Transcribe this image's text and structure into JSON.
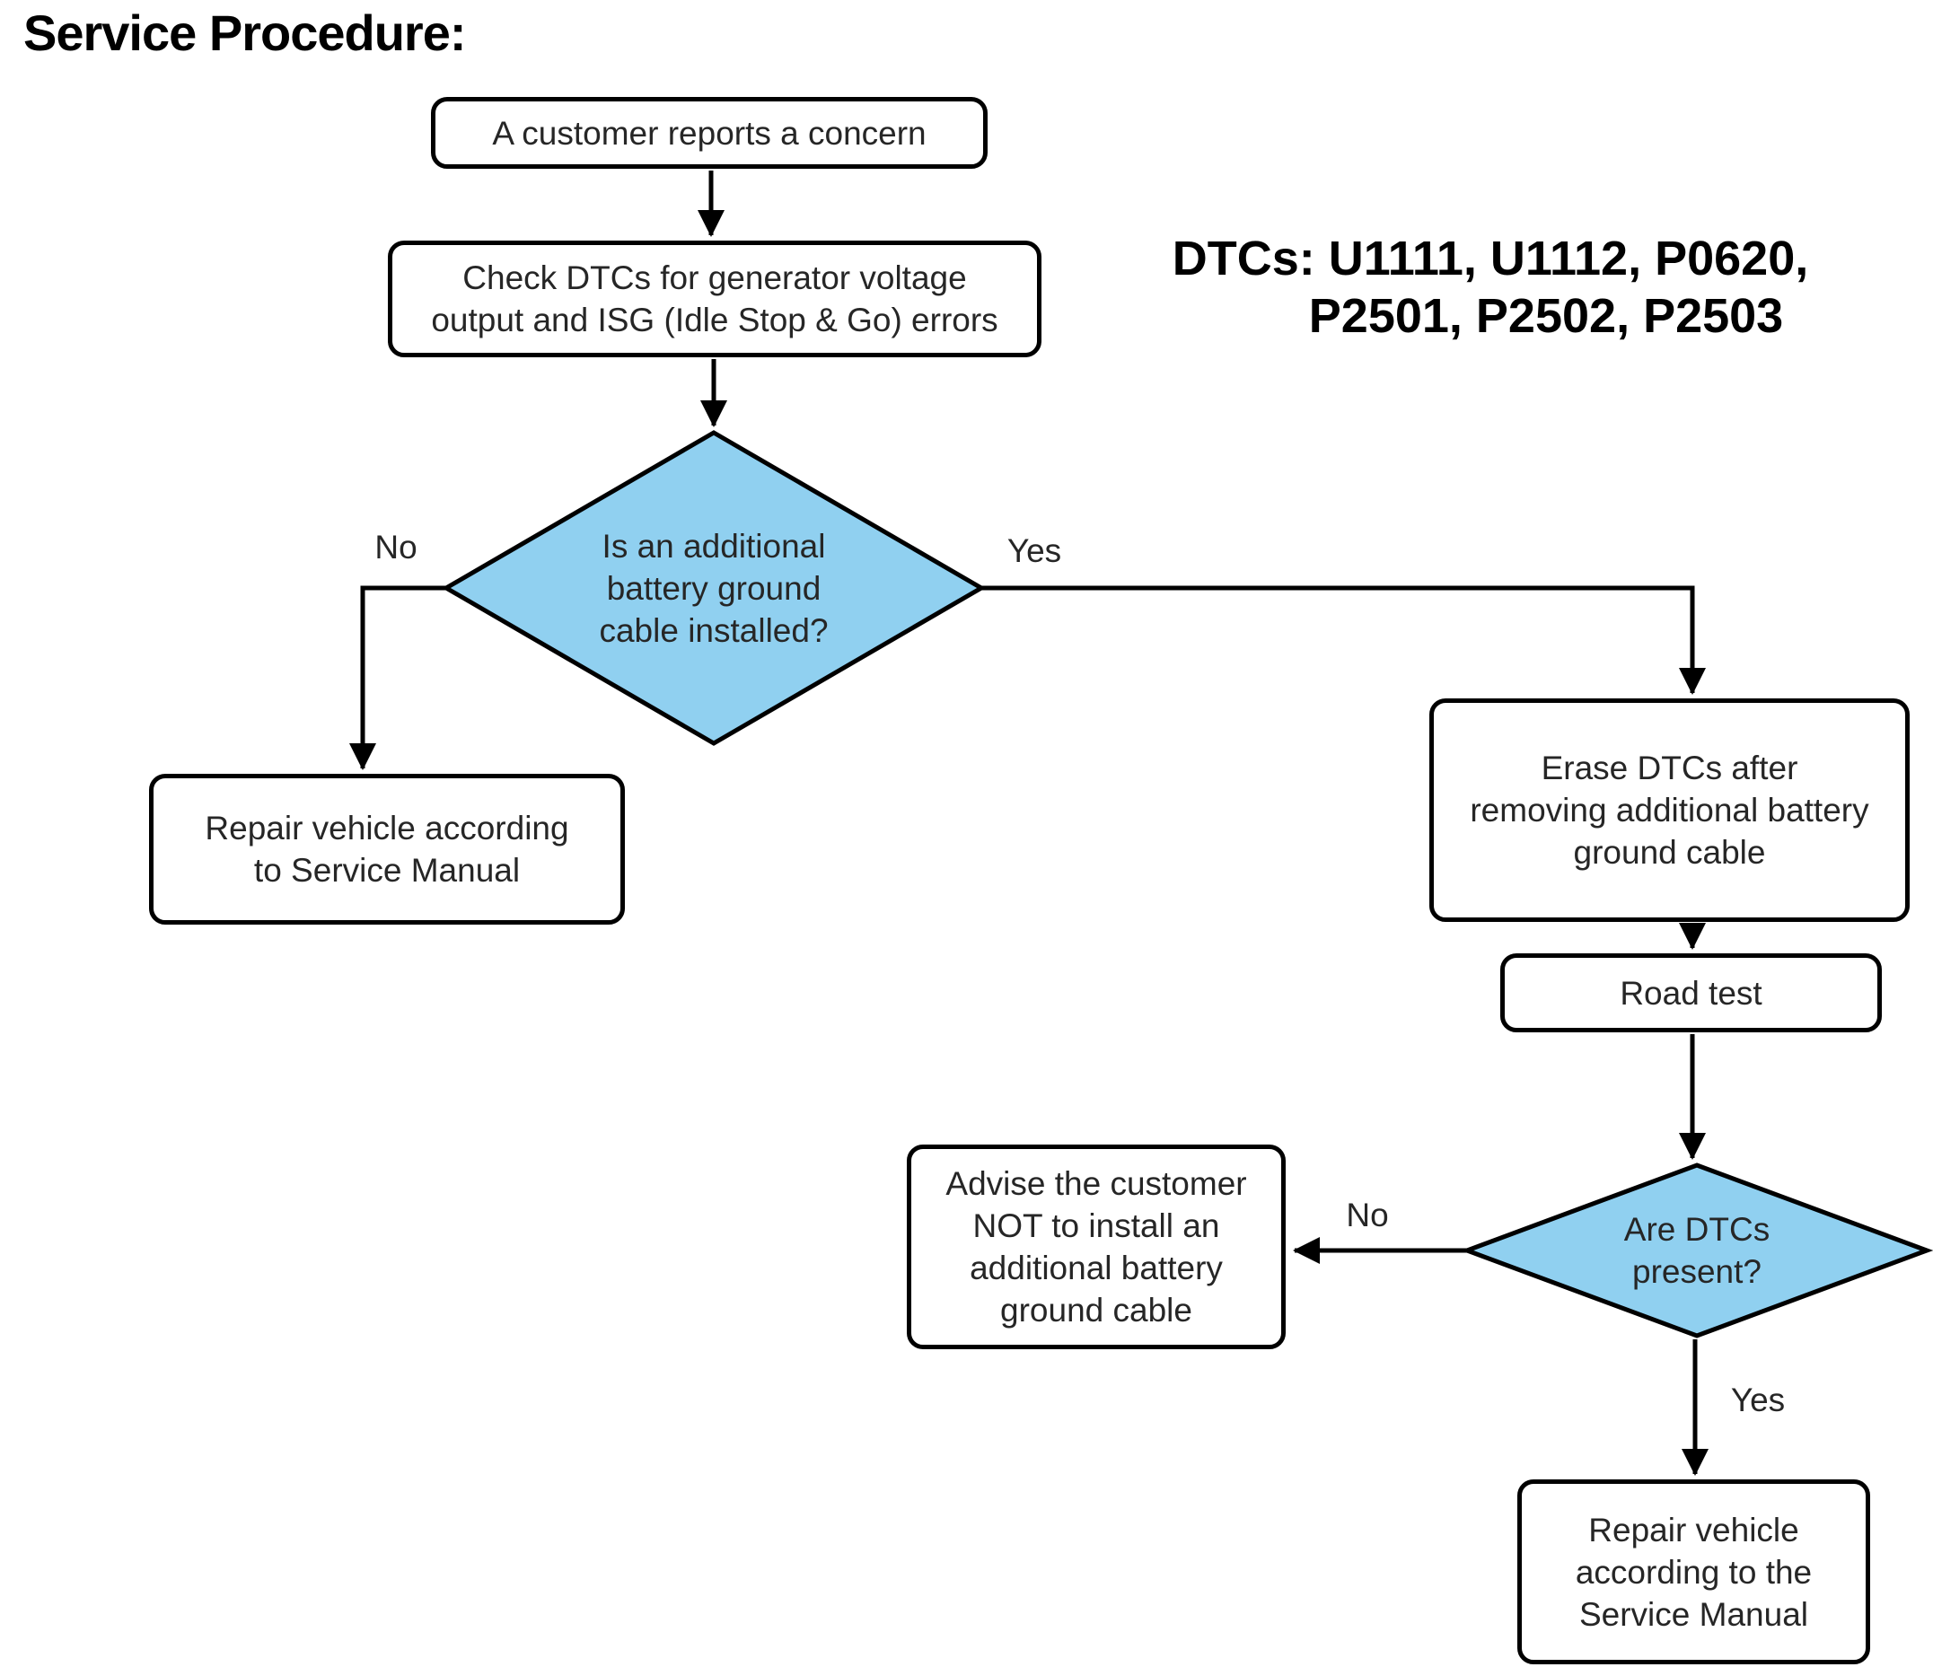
{
  "title": "Service Procedure:",
  "dtc_note": {
    "lines": [
      "DTCs: U1111, U1112, P0620,",
      "P2501, P2502, P2503"
    ]
  },
  "nodes": {
    "customer_concern": {
      "text": "A customer reports a concern"
    },
    "check_dtcs": {
      "lines": [
        "Check DTCs for generator voltage",
        "output and ISG (Idle Stop & Go) errors"
      ]
    },
    "cable_installed_decision": {
      "lines": [
        "Is an additional",
        "battery ground",
        "cable installed?"
      ]
    },
    "repair_service_manual": {
      "lines": [
        "Repair vehicle according",
        "to Service Manual"
      ]
    },
    "erase_dtcs": {
      "lines": [
        "Erase DTCs after",
        "removing additional battery",
        "ground cable"
      ]
    },
    "road_test": {
      "text": "Road test"
    },
    "dtcs_present_decision": {
      "lines": [
        "Are DTCs",
        "present?"
      ]
    },
    "advise_customer": {
      "lines": [
        "Advise the customer",
        "NOT to install an",
        "additional battery",
        "ground cable"
      ]
    },
    "repair_service_manual_2": {
      "lines": [
        "Repair vehicle",
        "according to the",
        "Service Manual"
      ]
    }
  },
  "edge_labels": {
    "cable_no": "No",
    "cable_yes": "Yes",
    "dtcs_no": "No",
    "dtcs_yes": "Yes"
  },
  "colors": {
    "diamond_fill": "#90d0f0",
    "stroke": "#000000",
    "text": "#262626",
    "box_bg": "#ffffff",
    "canvas_bg": "#ffffff"
  }
}
